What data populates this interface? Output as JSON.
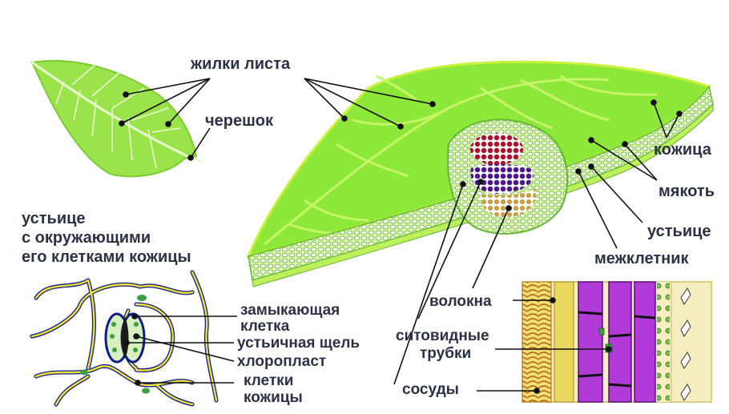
{
  "labels": {
    "leaf_veins": "жилки листа",
    "petiole": "черешок",
    "stoma_title": "устьице",
    "stoma_title_2": "с окружающими",
    "stoma_title_3": "его клетками кожицы",
    "epidermis": "кожица",
    "mesophyll": "мякоть",
    "stoma": "устьице",
    "intercellular": "межклетник",
    "guard_cell_1": "замыкающая",
    "guard_cell_2": "клетка",
    "stomatal_slit": "устьичная щель",
    "chloroplast": "хлоропласт",
    "epidermal_cells_1": "клетки",
    "epidermal_cells_2": "кожицы",
    "fibers": "волокна",
    "sieve_tubes_1": "ситовидные",
    "sieve_tubes_2": "трубки",
    "vessels": "сосуды"
  },
  "colors": {
    "leaf_green": "#9be34a",
    "blade_green": "#8ee83a",
    "blade_edge": "#c9f23a",
    "vein_red": "#b0102a",
    "vein_purple": "#4a1a8a",
    "vein_tan": "#caa040",
    "tissue_purple": "#b23ad8",
    "tissue_yellow": "#e8d860",
    "cell_outline_yellow": "#f5e13a",
    "cell_outline_blue": "#0c1e8a",
    "text": "#2b3245",
    "pointer": "#111111"
  }
}
